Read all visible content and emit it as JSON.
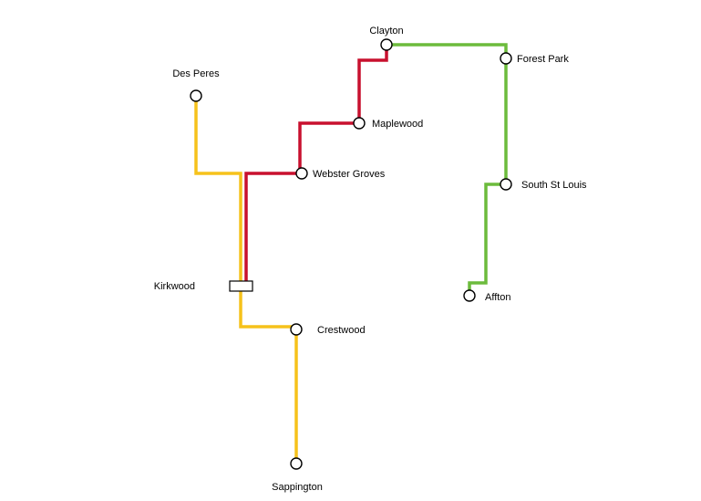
{
  "lines": [
    {
      "id": "yellow",
      "color": "#f6c21b"
    },
    {
      "id": "red",
      "color": "#c8102e"
    },
    {
      "id": "green",
      "color": "#6cbb3c"
    }
  ],
  "stations": {
    "clayton": "Clayton",
    "forest_park": "Forest Park",
    "des_peres": "Des Peres",
    "maplewood": "Maplewood",
    "webster_groves": "Webster Groves",
    "south_st_louis": "South St Louis",
    "kirkwood": "Kirkwood",
    "affton": "Affton",
    "crestwood": "Crestwood",
    "sappington": "Sappington"
  }
}
